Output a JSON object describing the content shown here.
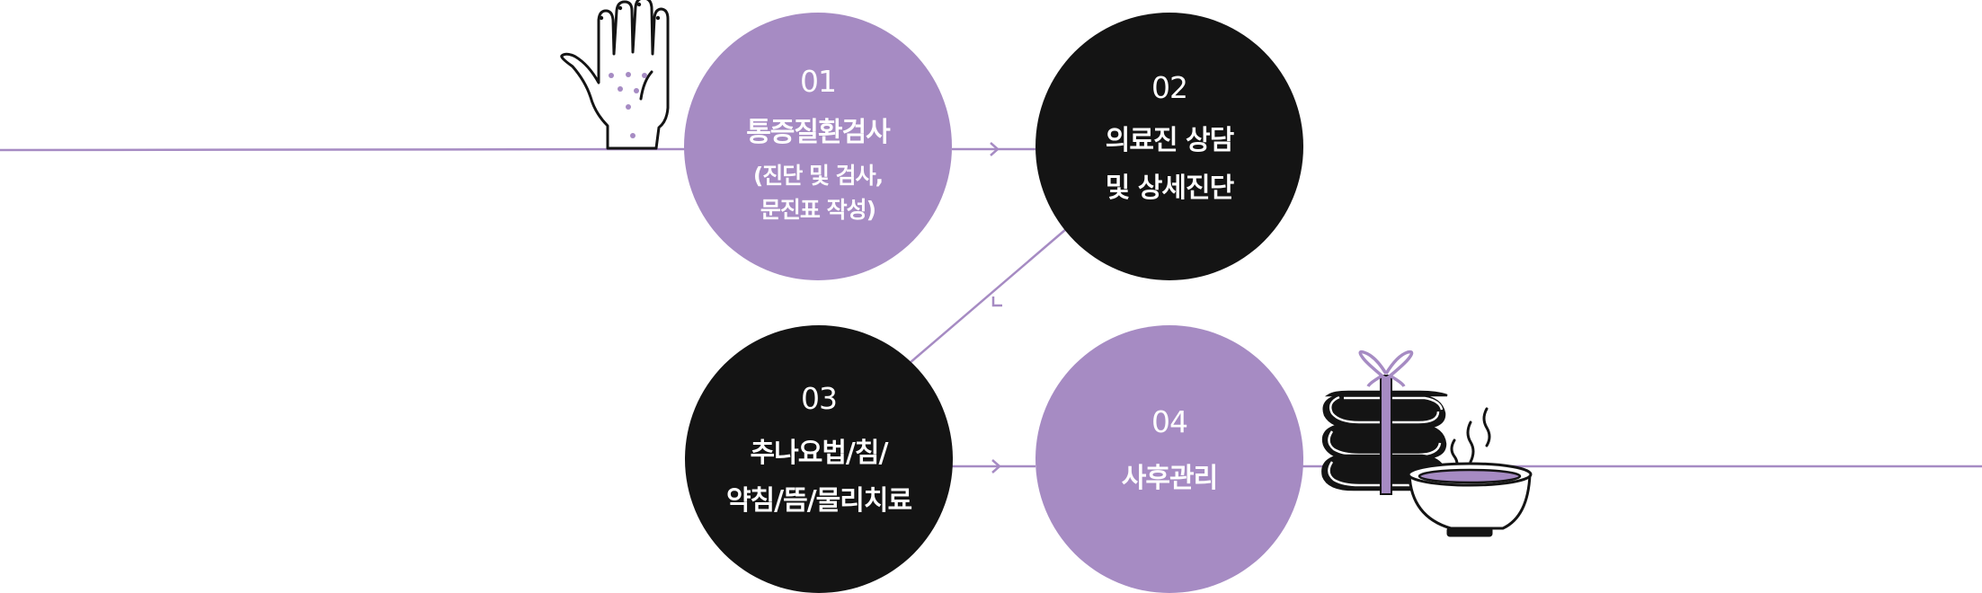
{
  "steps": [
    {
      "number": "01",
      "title": "통증질환검사",
      "detail_lines": [
        "(진단 및 검사,",
        "문진표 작성)"
      ],
      "color": "#a68bc3"
    },
    {
      "number": "02",
      "title_lines": [
        "의료진 상담",
        "및 상세진단"
      ],
      "color": "#141414"
    },
    {
      "number": "03",
      "title_lines": [
        "추나요법/침/",
        "약침/뜸/물리치료"
      ],
      "color": "#141414"
    },
    {
      "number": "04",
      "title": "사후관리",
      "color": "#a68bc3"
    }
  ],
  "icons": {
    "hand": "hand-icon",
    "pillows": "stacked-pillows-icon",
    "bowl": "steaming-bowl-icon"
  },
  "colors": {
    "accent": "#a68bc3",
    "dark": "#141414",
    "line": "#a68bc3"
  }
}
